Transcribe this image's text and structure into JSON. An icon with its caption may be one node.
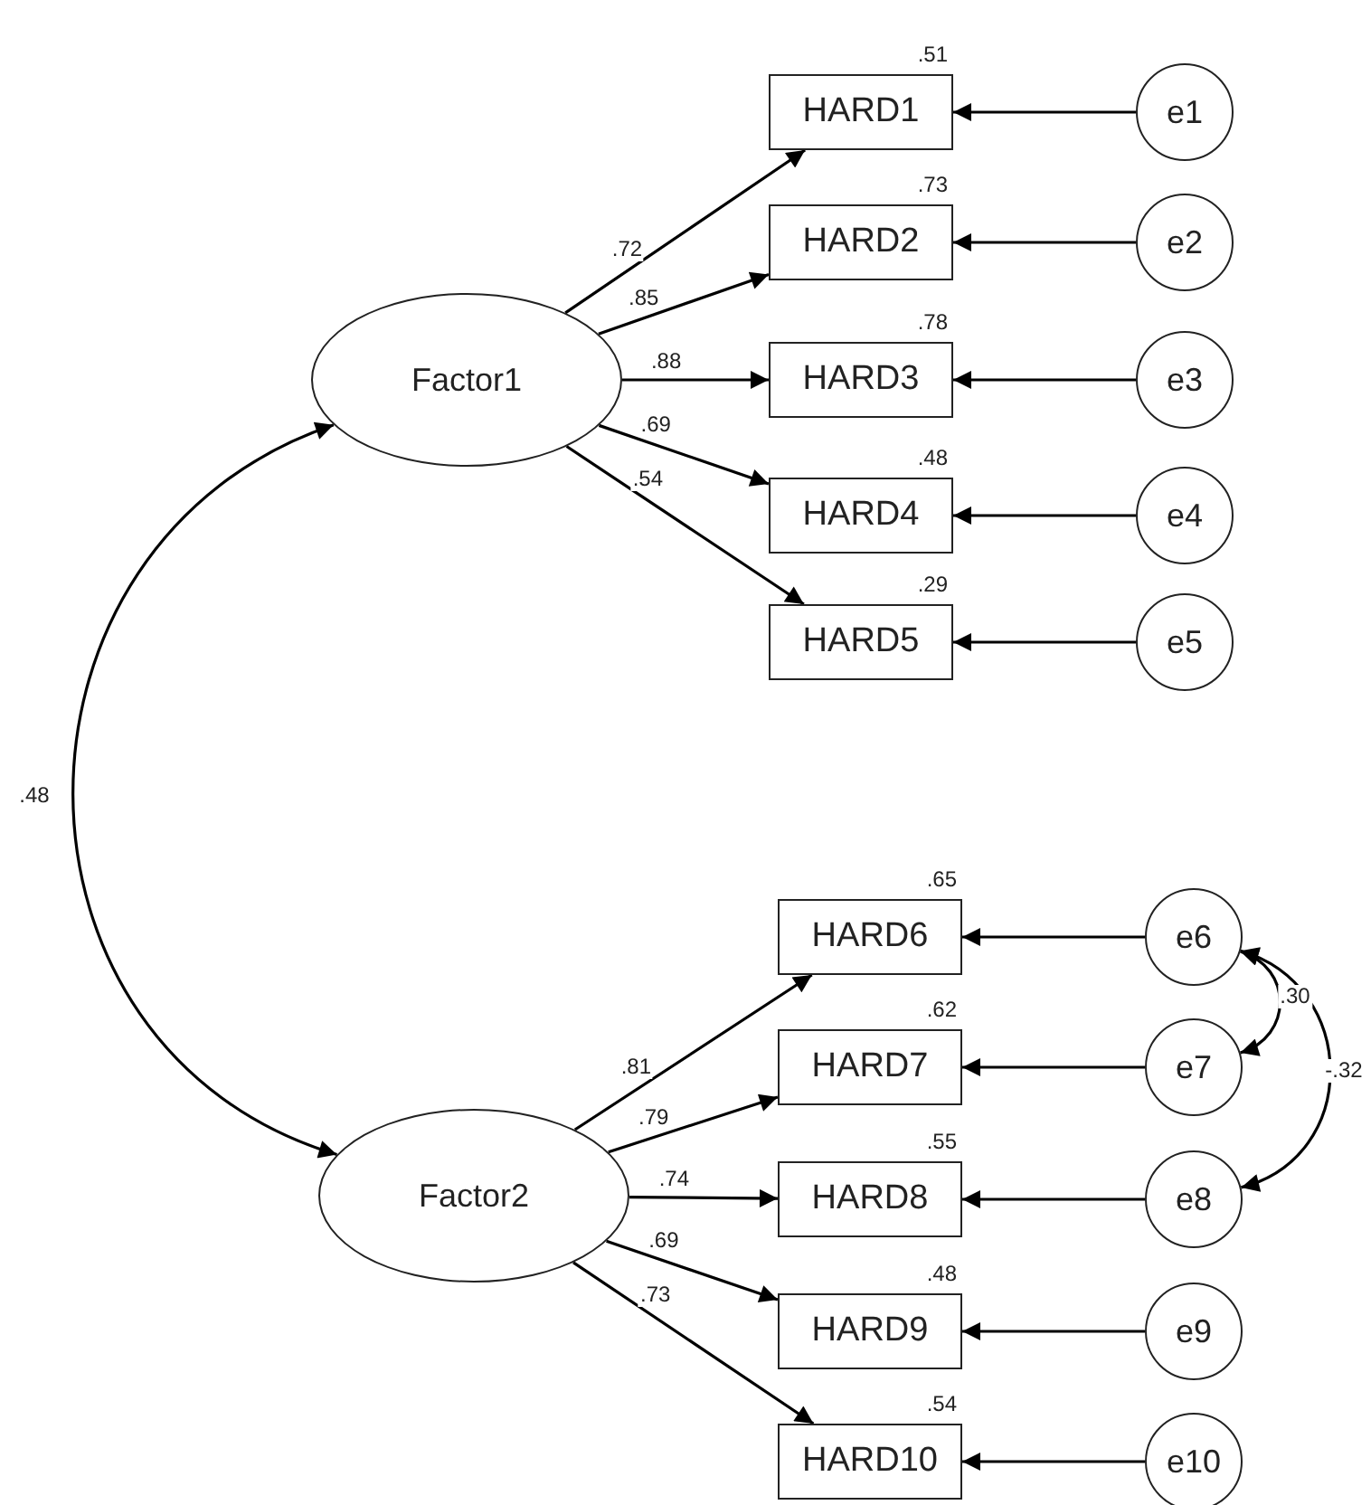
{
  "diagram": {
    "nodes": [
      {
        "text": [
          "Factor1"
        ]
      },
      {
        "text": [
          "HARD1"
        ],
        "beside": [
          ".51"
        ]
      },
      {
        "text": [
          "HARD2"
        ],
        "beside": [
          ".73"
        ]
      },
      {
        "text": [
          "HARD3"
        ],
        "beside": [
          ".78"
        ]
      },
      {
        "text": [
          "HARD4"
        ],
        "beside": [
          ".48"
        ]
      },
      {
        "text": [
          "HARD5"
        ],
        "beside": [
          ".29"
        ]
      },
      {
        "text": [
          "e1"
        ]
      },
      {
        "text": [
          "e2"
        ]
      },
      {
        "text": [
          "e3"
        ]
      },
      {
        "text": [
          "e4"
        ]
      },
      {
        "text": [
          "e5"
        ]
      },
      {
        "text": [
          "Factor2"
        ]
      },
      {
        "text": [
          "HARD6"
        ],
        "beside": [
          ".65"
        ]
      },
      {
        "text": [
          "HARD7"
        ],
        "beside": [
          ".62"
        ]
      },
      {
        "text": [
          "HARD8"
        ],
        "beside": [
          ".55"
        ]
      },
      {
        "text": [
          "HARD9"
        ],
        "beside": [
          ".48"
        ]
      },
      {
        "text": [
          "HARD10"
        ],
        "beside": [
          ".54"
        ]
      },
      {
        "text": [
          "e6"
        ]
      },
      {
        "text": [
          "e7"
        ]
      },
      {
        "text": [
          "e8"
        ]
      },
      {
        "text": [
          "e9"
        ]
      },
      {
        "text": [
          "e10"
        ]
      }
    ],
    "edges": [
      {
        "from": 0,
        "to": 1,
        "arrow": "to",
        "label": ".72"
      },
      {
        "from": 0,
        "to": 2,
        "arrow": "to",
        "label": ".85"
      },
      {
        "from": 0,
        "to": 3,
        "arrow": "to",
        "label": ".88"
      },
      {
        "from": 0,
        "to": 4,
        "arrow": "to",
        "label": ".69"
      },
      {
        "from": 0,
        "to": 5,
        "arrow": "to",
        "label": ".54"
      },
      {
        "from": 6,
        "to": 1,
        "arrow": "to"
      },
      {
        "from": 7,
        "to": 2,
        "arrow": "to"
      },
      {
        "from": 8,
        "to": 3,
        "arrow": "to"
      },
      {
        "from": 9,
        "to": 4,
        "arrow": "to"
      },
      {
        "from": 10,
        "to": 5,
        "arrow": "to"
      },
      {
        "from": 11,
        "to": 12,
        "arrow": "to",
        "label": ".81"
      },
      {
        "from": 11,
        "to": 13,
        "arrow": "to",
        "label": ".79"
      },
      {
        "from": 11,
        "to": 14,
        "arrow": "to",
        "label": ".74"
      },
      {
        "from": 11,
        "to": 15,
        "arrow": "to",
        "label": ".69"
      },
      {
        "from": 11,
        "to": 16,
        "arrow": "to",
        "label": ".73"
      },
      {
        "from": 17,
        "to": 12,
        "arrow": "to"
      },
      {
        "from": 18,
        "to": 13,
        "arrow": "to"
      },
      {
        "from": 19,
        "to": 14,
        "arrow": "to"
      },
      {
        "from": 20,
        "to": 15,
        "arrow": "to"
      },
      {
        "from": 21,
        "to": 16,
        "arrow": "to"
      },
      {
        "from": 0,
        "to": 11,
        "arrow": "both",
        "label": ".48"
      },
      {
        "from": 17,
        "to": 18,
        "arrow": "both",
        "label": ".30"
      },
      {
        "from": 17,
        "to": 19,
        "arrow": "both",
        "label": "-.32"
      }
    ]
  }
}
